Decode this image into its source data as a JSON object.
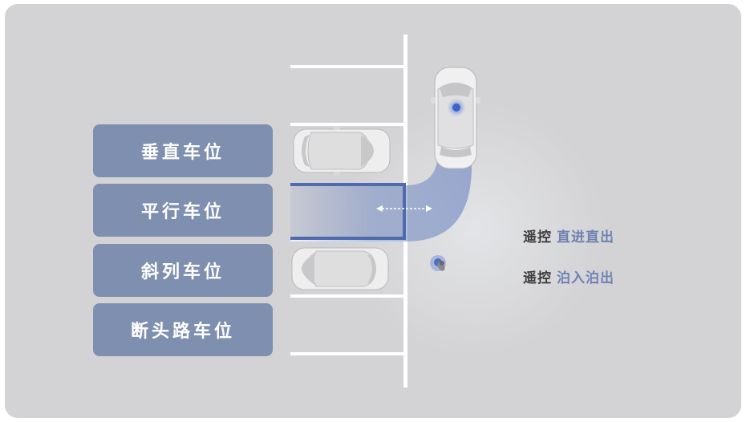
{
  "menu": {
    "items": [
      {
        "label": "垂直车位"
      },
      {
        "label": "平行车位"
      },
      {
        "label": "斜列车位"
      },
      {
        "label": "断头路车位"
      }
    ]
  },
  "captions": [
    {
      "prefix": "遥控",
      "highlight": "直进直出"
    },
    {
      "prefix": "遥控",
      "highlight": "泊入泊出"
    }
  ],
  "colors": {
    "background": "#d3d3d5",
    "menu_button": "#7f8fb0",
    "accent": "#6e82b2",
    "path": "#5f7bbd",
    "lane_line": "#ffffff"
  },
  "icons": [
    "car-icon",
    "phone-signal-icon",
    "person-icon",
    "double-arrow-icon"
  ]
}
